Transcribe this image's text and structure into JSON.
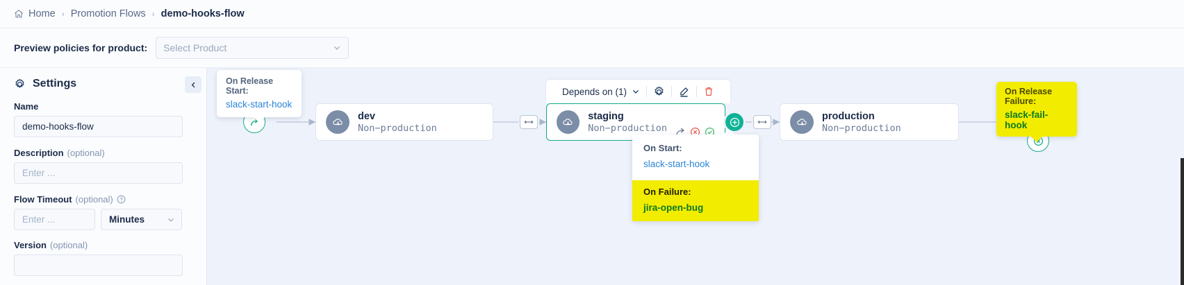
{
  "breadcrumb": {
    "home": "Home",
    "section": "Promotion Flows",
    "current": "demo-hooks-flow",
    "separator": "›"
  },
  "preview": {
    "label": "Preview policies for product:",
    "select_placeholder": "Select Product"
  },
  "settings": {
    "title": "Settings",
    "fields": {
      "name_label": "Name",
      "name_value": "demo-hooks-flow",
      "description_label": "Description",
      "description_optional": "(optional)",
      "description_placeholder": "Enter ...",
      "timeout_label": "Flow Timeout",
      "timeout_optional": "(optional)",
      "timeout_placeholder": "Enter ...",
      "timeout_unit": "Minutes",
      "version_label": "Version",
      "version_optional": "(optional)",
      "version_placeholder": ""
    }
  },
  "canvas": {
    "start_tooltip": {
      "label": "On Release Start:",
      "hook": "slack-start-hook"
    },
    "end_tooltip": {
      "label": "On Release Failure:",
      "hook": "slack-fail-hook"
    },
    "nodes": [
      {
        "name": "dev",
        "type": "Non−production"
      },
      {
        "name": "staging",
        "type": "Non−production"
      },
      {
        "name": "production",
        "type": "Non−production"
      }
    ],
    "toolbar": {
      "depends_on": "Depends on (1)"
    },
    "hooks_panel": {
      "on_start_label": "On Start:",
      "on_start_value": "slack-start-hook",
      "on_failure_label": "On Failure:",
      "on_failure_value": "jira-open-bug"
    }
  },
  "colors": {
    "accent_green": "#13a887",
    "link_blue": "#2a86d8",
    "highlight_yellow": "#f2ec00",
    "danger_red": "#e8574a",
    "node_icon_gray": "#7c8da8"
  }
}
